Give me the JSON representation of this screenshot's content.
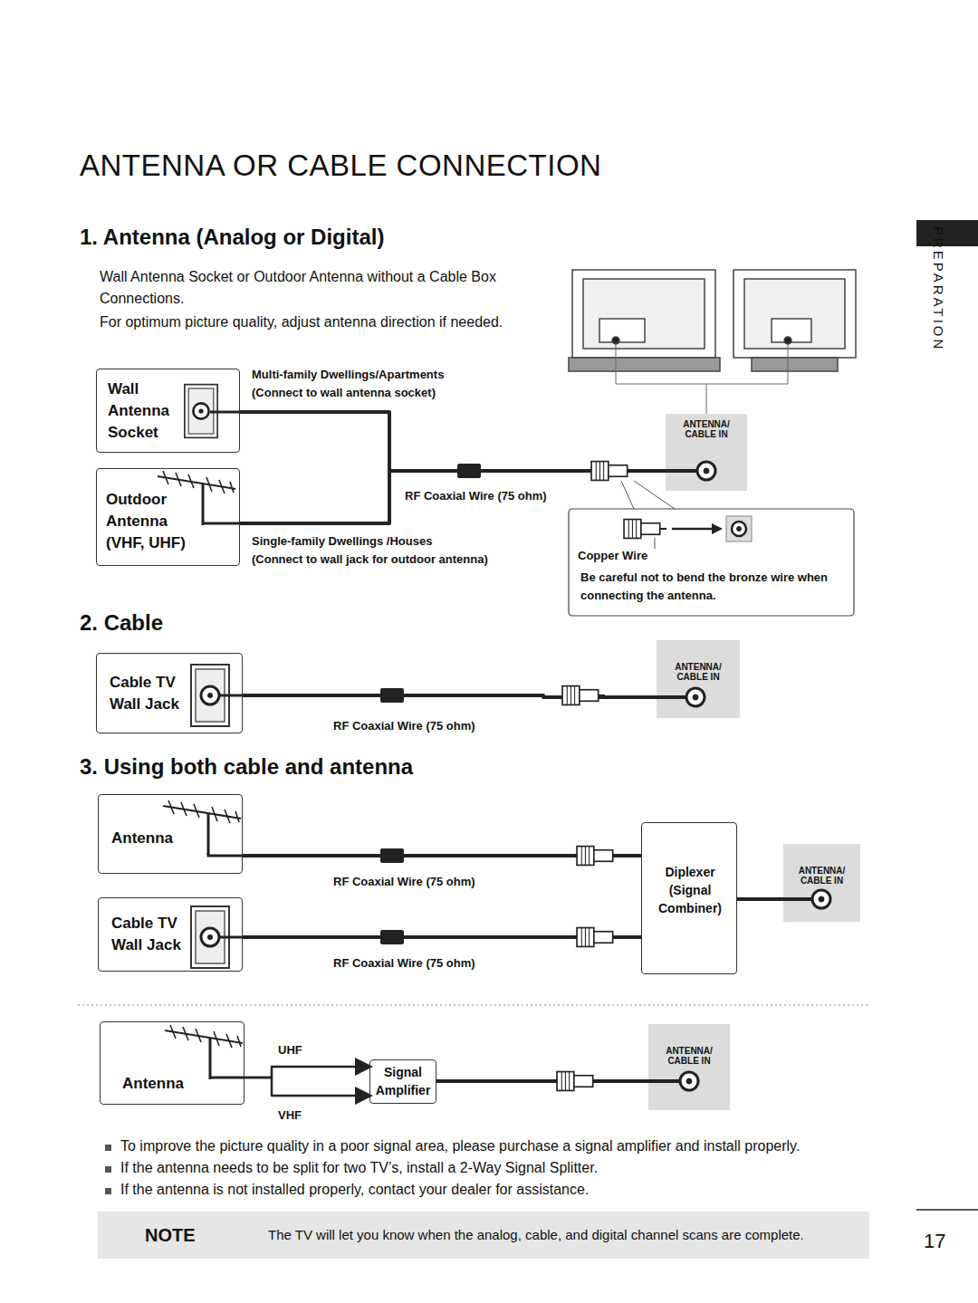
{
  "diagram": {
    "title": "ANTENNA OR CABLE CONNECTION",
    "nodes": [
      {
        "text": [
          "Wall Antenna Socket"
        ]
      },
      {
        "text": [
          "Outdoor Antenna (VHF, UHF)"
        ]
      },
      {
        "text": [
          "ANTENNA/ CABLE IN"
        ]
      },
      {
        "text": [
          "Copper Wire",
          "Be careful not to bend the bronze wire when connecting the antenna."
        ]
      },
      {
        "text": [
          "Cable TV Wall Jack"
        ]
      },
      {
        "text": [
          "ANTENNA/ CABLE IN"
        ]
      },
      {
        "text": [
          "Antenna"
        ]
      },
      {
        "text": [
          "Cable TV Wall Jack"
        ]
      },
      {
        "text": [
          "Diplexer (Signal Combiner)"
        ]
      },
      {
        "text": [
          "ANTENNA/ CABLE IN"
        ]
      },
      {
        "text": [
          "Antenna"
        ]
      },
      {
        "text": [
          "Signal Amplifier"
        ]
      },
      {
        "text": [
          "ANTENNA/ CABLE IN"
        ]
      },
      {
        "text": [
          "NOTE",
          "The TV will let you know when the analog, cable, and digital channel scans are complete."
        ]
      }
    ],
    "edges": [
      {
        "from": 0,
        "to": 2,
        "arrow": "none"
      },
      {
        "from": 1,
        "to": 2,
        "arrow": "none"
      },
      {
        "from": 4,
        "to": 5,
        "arrow": "none"
      },
      {
        "from": 6,
        "to": 8,
        "arrow": "none"
      },
      {
        "from": 7,
        "to": 8,
        "arrow": "none"
      },
      {
        "from": 8,
        "to": 9,
        "arrow": "none"
      },
      {
        "from": 10,
        "to": 11,
        "label": "UHF",
        "arrow": "to"
      },
      {
        "from": 10,
        "to": 11,
        "label": "VHF",
        "arrow": "to"
      },
      {
        "from": 11,
        "to": 12,
        "arrow": "none"
      }
    ],
    "labels": [
      "PREPARATION",
      "1. Antenna (Analog or Digital)",
      "Wall Antenna Socket or Outdoor Antenna without a Cable Box Connections.",
      "For optimum picture quality, adjust antenna direction if needed.",
      "Multi-family Dwellings/Apartments",
      "(Connect to wall antenna socket)",
      "RF Coaxial Wire (75 ohm)",
      "Single-family Dwellings /Houses",
      "(Connect to wall jack for outdoor antenna)",
      "2. Cable",
      "RF Coaxial Wire (75 ohm)",
      "3. Using both cable and antenna",
      "RF Coaxial Wire (75 ohm)",
      "RF Coaxial Wire (75 ohm)",
      "To improve the picture quality in a poor signal area, please purchase a signal amplifier and install properly.",
      "If the antenna needs to be split for two TV’s, install a 2-Way Signal Splitter.",
      "If the antenna is not installed properly, contact your dealer for assistance.",
      "17"
    ]
  }
}
